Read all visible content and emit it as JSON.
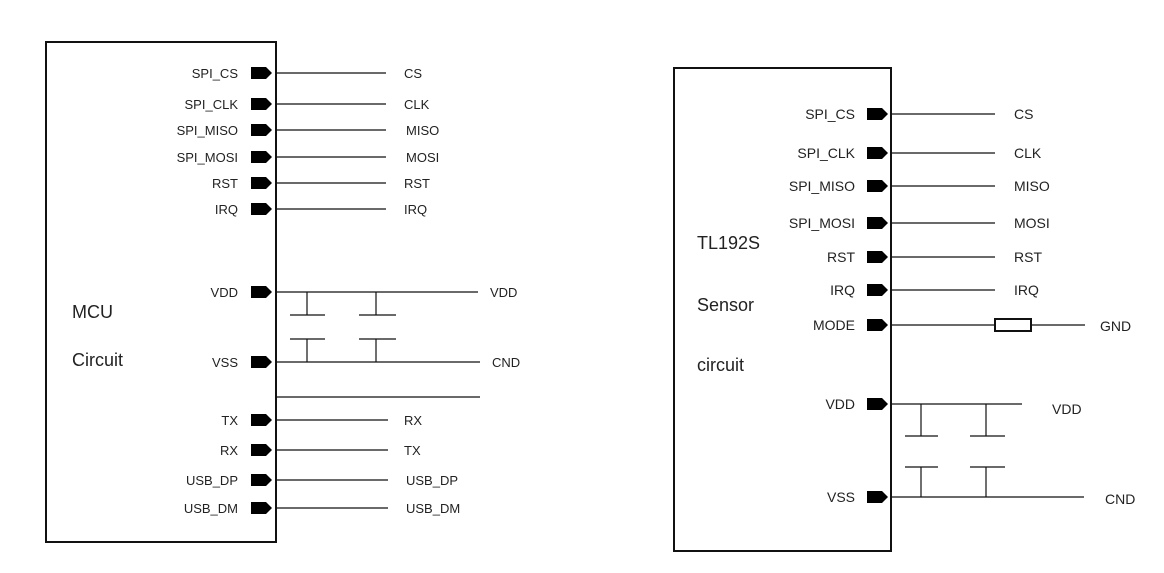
{
  "mcu": {
    "title_line1": "MCU",
    "title_line2": "Circuit",
    "signal_pins": [
      {
        "pin": "SPI_CS",
        "net": "CS"
      },
      {
        "pin": "SPI_CLK",
        "net": "CLK"
      },
      {
        "pin": "SPI_MISO",
        "net": "MISO"
      },
      {
        "pin": "SPI_MOSI",
        "net": "MOSI"
      },
      {
        "pin": "RST",
        "net": "RST"
      },
      {
        "pin": "IRQ",
        "net": "IRQ"
      }
    ],
    "power_pins": {
      "vdd_pin": "VDD",
      "vdd_net": "VDD",
      "vss_pin": "VSS",
      "vss_net": "CND"
    },
    "io_pins": [
      {
        "pin": "TX",
        "net": "RX"
      },
      {
        "pin": "RX",
        "net": "TX"
      },
      {
        "pin": "USB_DP",
        "net": "USB_DP"
      },
      {
        "pin": "USB_DM",
        "net": "USB_DM"
      }
    ]
  },
  "sensor": {
    "title_line1": "TL192S",
    "title_line2": "Sensor",
    "title_line3": "circuit",
    "signal_pins": [
      {
        "pin": "SPI_CS",
        "net": "CS"
      },
      {
        "pin": "SPI_CLK",
        "net": "CLK"
      },
      {
        "pin": "SPI_MISO",
        "net": "MISO"
      },
      {
        "pin": "SPI_MOSI",
        "net": "MOSI"
      },
      {
        "pin": "RST",
        "net": "RST"
      },
      {
        "pin": "IRQ",
        "net": "IRQ"
      }
    ],
    "mode_pin": {
      "pin": "MODE",
      "net": "GND"
    },
    "power_pins": {
      "vdd_pin": "VDD",
      "vdd_net": "VDD",
      "vss_pin": "VSS",
      "vss_net": "CND"
    }
  }
}
